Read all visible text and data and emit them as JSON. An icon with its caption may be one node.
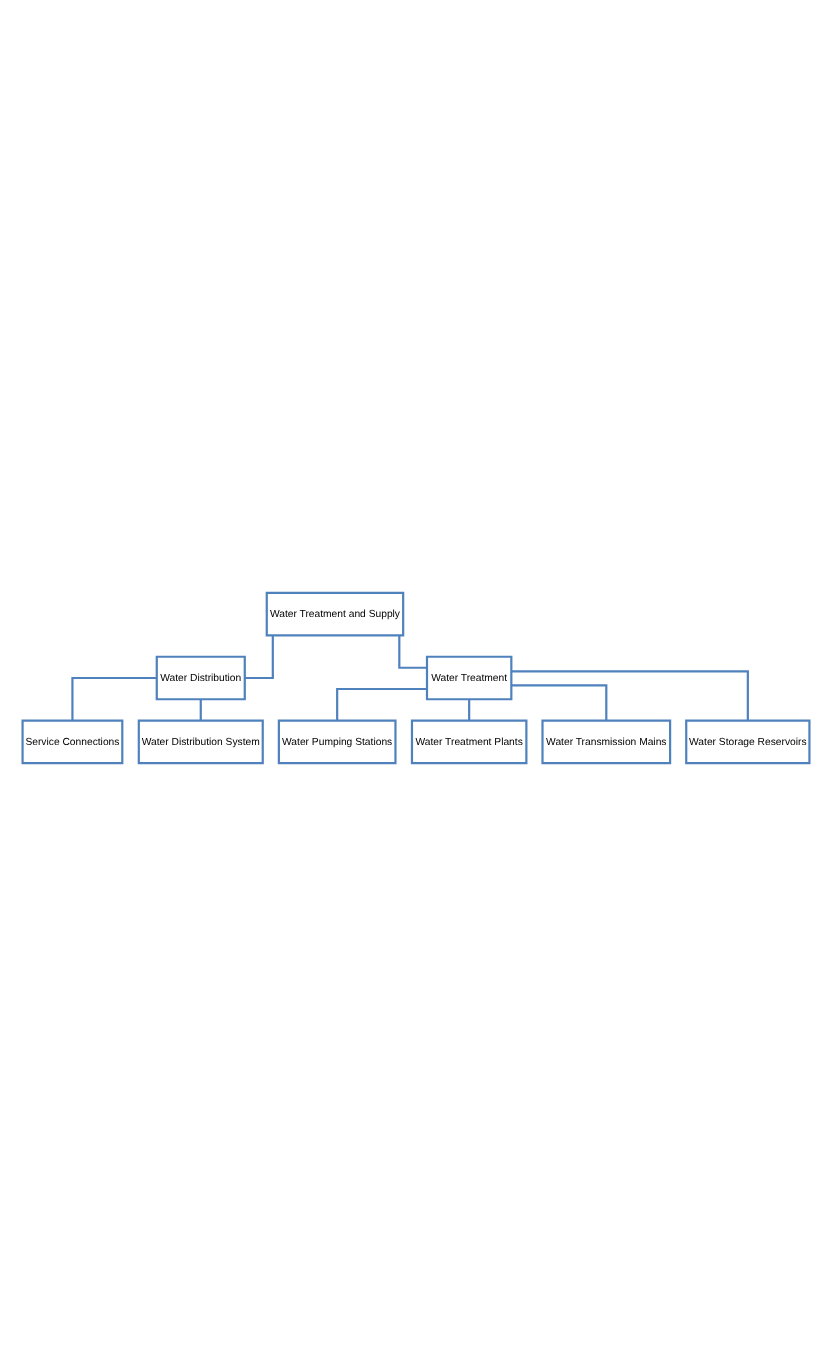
{
  "diagram": {
    "nodes": [
      {
        "text": [
          "Water Treatment and Supply"
        ]
      },
      {
        "text": [
          "Water Distribution"
        ]
      },
      {
        "text": [
          "Water Treatment"
        ]
      },
      {
        "text": [
          "Service Connections"
        ]
      },
      {
        "text": [
          "Water Distribution System"
        ]
      },
      {
        "text": [
          "Water Pumping Stations"
        ]
      },
      {
        "text": [
          "Water Treatment Plants"
        ]
      },
      {
        "text": [
          "Water Transmission Mains"
        ]
      },
      {
        "text": [
          "Water Storage Reservoirs"
        ]
      }
    ],
    "edges": [
      {
        "from": 0,
        "to": 1,
        "arrow": "none"
      },
      {
        "from": 0,
        "to": 2,
        "arrow": "none"
      },
      {
        "from": 1,
        "to": 3,
        "arrow": "none"
      },
      {
        "from": 1,
        "to": 4,
        "arrow": "none"
      },
      {
        "from": 2,
        "to": 5,
        "arrow": "none"
      },
      {
        "from": 2,
        "to": 6,
        "arrow": "none"
      },
      {
        "from": 2,
        "to": 7,
        "arrow": "none"
      },
      {
        "from": 2,
        "to": 8,
        "arrow": "none"
      }
    ]
  }
}
